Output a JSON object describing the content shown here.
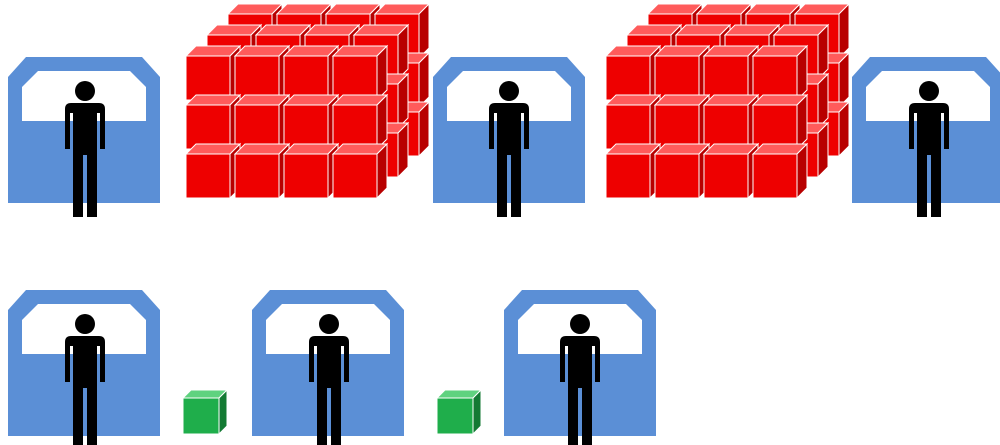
{
  "diagram": {
    "colors": {
      "workstation": "#5b8fd6",
      "workstation_window": "#ffffff",
      "worker": "#000000",
      "inventory_face": "#ee0000",
      "inventory_top": "#ff5b5b",
      "inventory_side": "#b80000",
      "single_piece_face": "#1fae4b",
      "single_piece_top": "#5fd27f",
      "single_piece_side": "#137a33"
    },
    "rows": [
      {
        "id": "batch-flow",
        "sequence": [
          "workstation",
          "inventory-stack",
          "workstation",
          "inventory-stack",
          "workstation"
        ],
        "inventory_stack": {
          "columns": 4,
          "rows": 3,
          "depth": 3
        }
      },
      {
        "id": "single-piece-flow",
        "sequence": [
          "workstation",
          "single-piece",
          "workstation",
          "single-piece",
          "workstation"
        ],
        "single_piece": {
          "count": 1
        }
      }
    ],
    "icons": [
      "workstation-icon",
      "worker-icon",
      "inventory-box-icon",
      "single-piece-box-icon"
    ]
  }
}
